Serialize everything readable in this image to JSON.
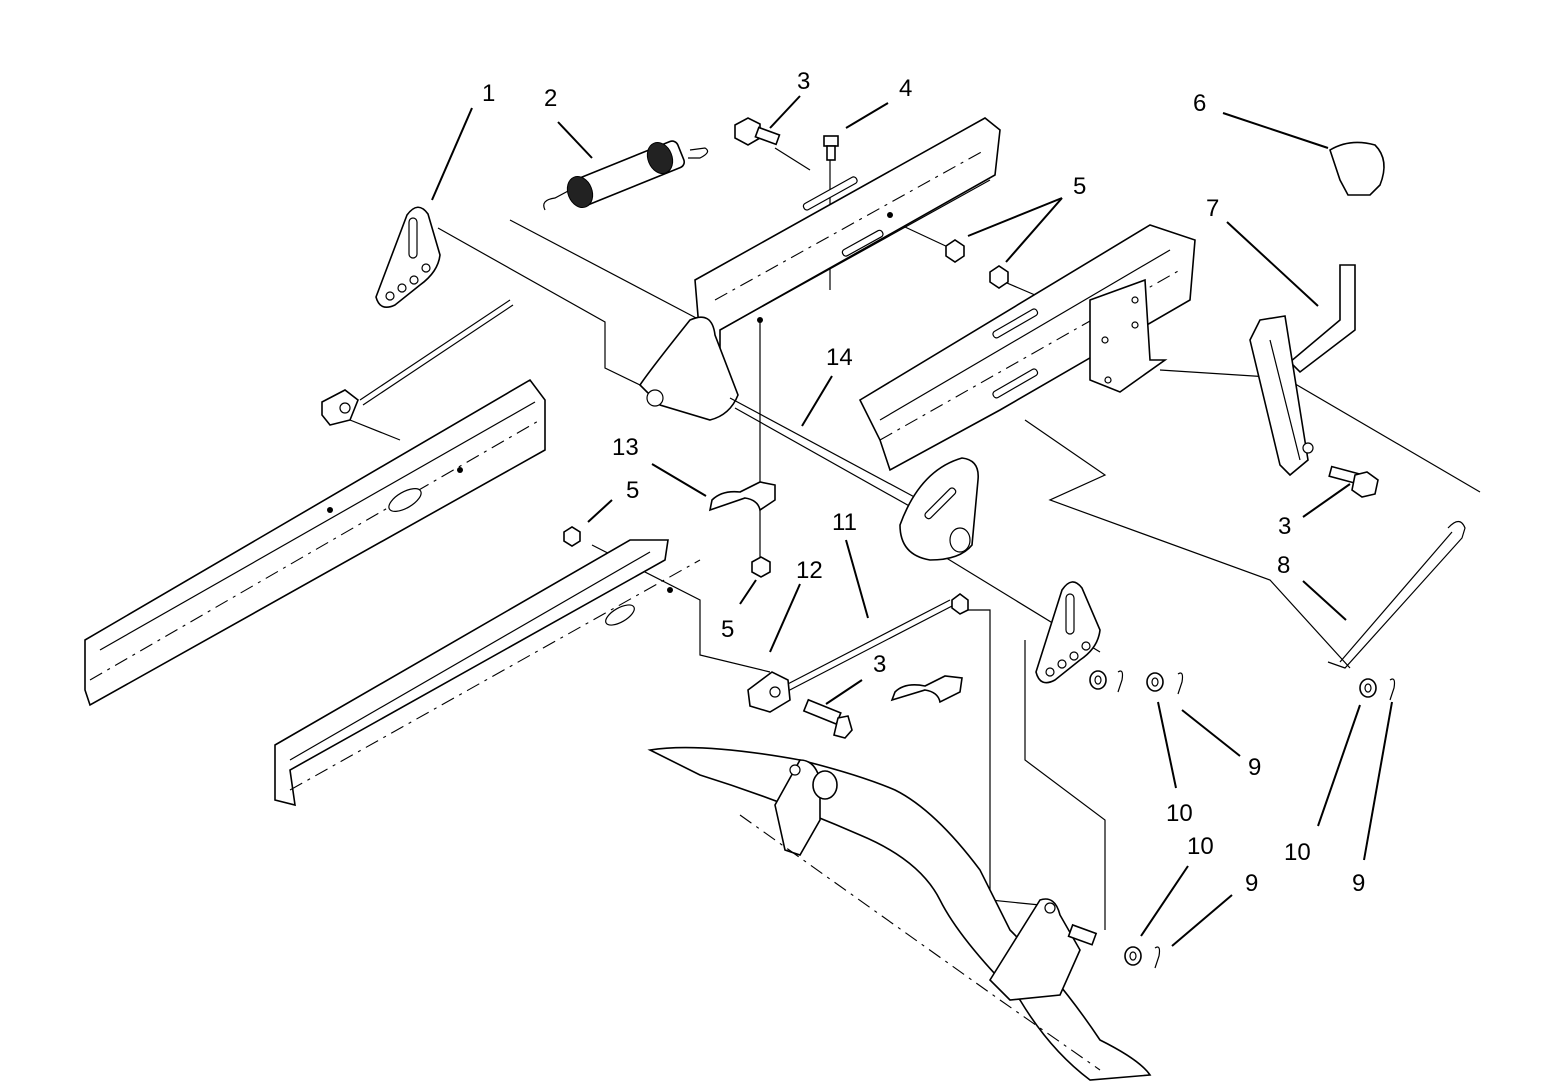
{
  "diagram": {
    "callouts": [
      "1",
      "2",
      "3",
      "4",
      "5",
      "6",
      "7",
      "3",
      "8",
      "5",
      "13",
      "12",
      "11",
      "3",
      "5",
      "14",
      "9",
      "10",
      "10",
      "9",
      "10",
      "9"
    ]
  }
}
